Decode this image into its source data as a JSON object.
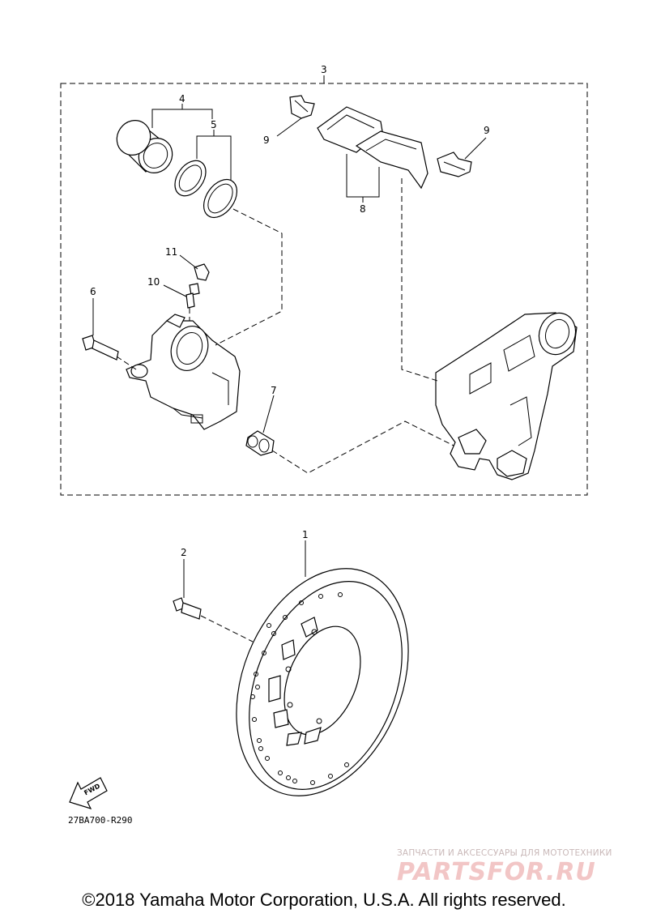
{
  "callouts": {
    "n1": "1",
    "n2": "2",
    "n3": "3",
    "n4": "4",
    "n5": "5",
    "n6": "6",
    "n7": "7",
    "n8": "8",
    "n9a": "9",
    "n9b": "9",
    "n10": "10",
    "n11": "11"
  },
  "reference_code": "27BA700-R290",
  "fwd_label": "FWD",
  "watermark": {
    "tagline": "ЗАПЧАСТИ И АКСЕССУАРЫ ДЛЯ МОТОТЕХНИКИ",
    "logo_text": "PARTSFOR.RU"
  },
  "copyright": "©2018 Yamaha Motor Corporation, U.S.A. All rights reserved."
}
